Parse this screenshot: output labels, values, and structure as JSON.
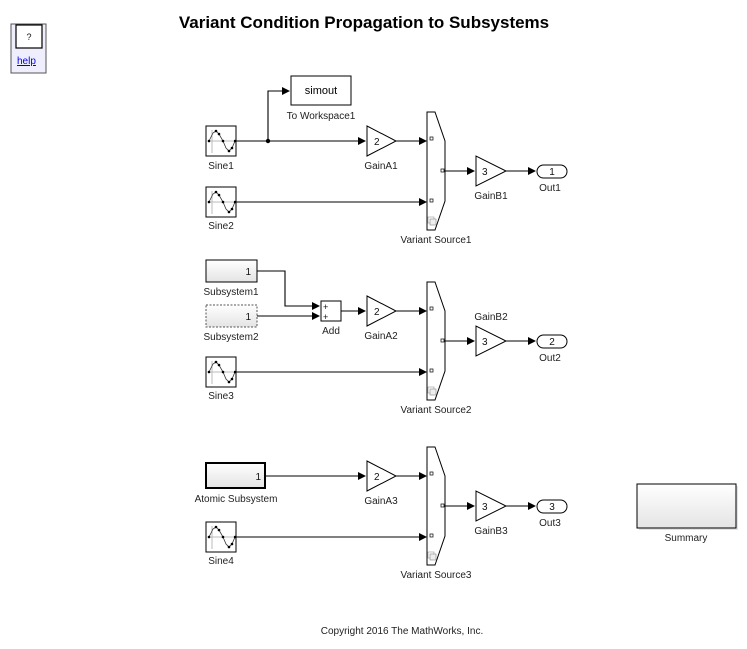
{
  "title": "Variant Condition Propagation to Subsystems",
  "help": {
    "icon_label": "?",
    "link_label": "help"
  },
  "blocks": {
    "to_workspace": {
      "value": "simout",
      "label": "To Workspace1"
    },
    "sine1": {
      "label": "Sine1"
    },
    "sine2": {
      "label": "Sine2"
    },
    "sine3": {
      "label": "Sine3"
    },
    "sine4": {
      "label": "Sine4"
    },
    "gainA1": {
      "value": "2",
      "label": "GainA1"
    },
    "gainA2": {
      "value": "2",
      "label": "GainA2"
    },
    "gainA3": {
      "value": "2",
      "label": "GainA3"
    },
    "gainB1": {
      "value": "3",
      "label": "GainB1"
    },
    "gainB2": {
      "value": "3",
      "label": "GainB2"
    },
    "gainB3": {
      "value": "3",
      "label": "GainB3"
    },
    "variant_source1": {
      "label": "Variant Source1"
    },
    "variant_source2": {
      "label": "Variant Source2"
    },
    "variant_source3": {
      "label": "Variant Source3"
    },
    "out1": {
      "value": "1",
      "label": "Out1"
    },
    "out2": {
      "value": "2",
      "label": "Out2"
    },
    "out3": {
      "value": "3",
      "label": "Out3"
    },
    "subsystem1": {
      "value": "1",
      "label": "Subsystem1"
    },
    "subsystem2": {
      "value": "1",
      "label": "Subsystem2"
    },
    "add": {
      "signs": [
        "+",
        "+"
      ],
      "label": "Add"
    },
    "atomic_subsystem": {
      "value": "1",
      "label": "Atomic Subsystem"
    },
    "summary": {
      "label": "Summary"
    }
  },
  "copyright": "Copyright 2016 The MathWorks, Inc."
}
